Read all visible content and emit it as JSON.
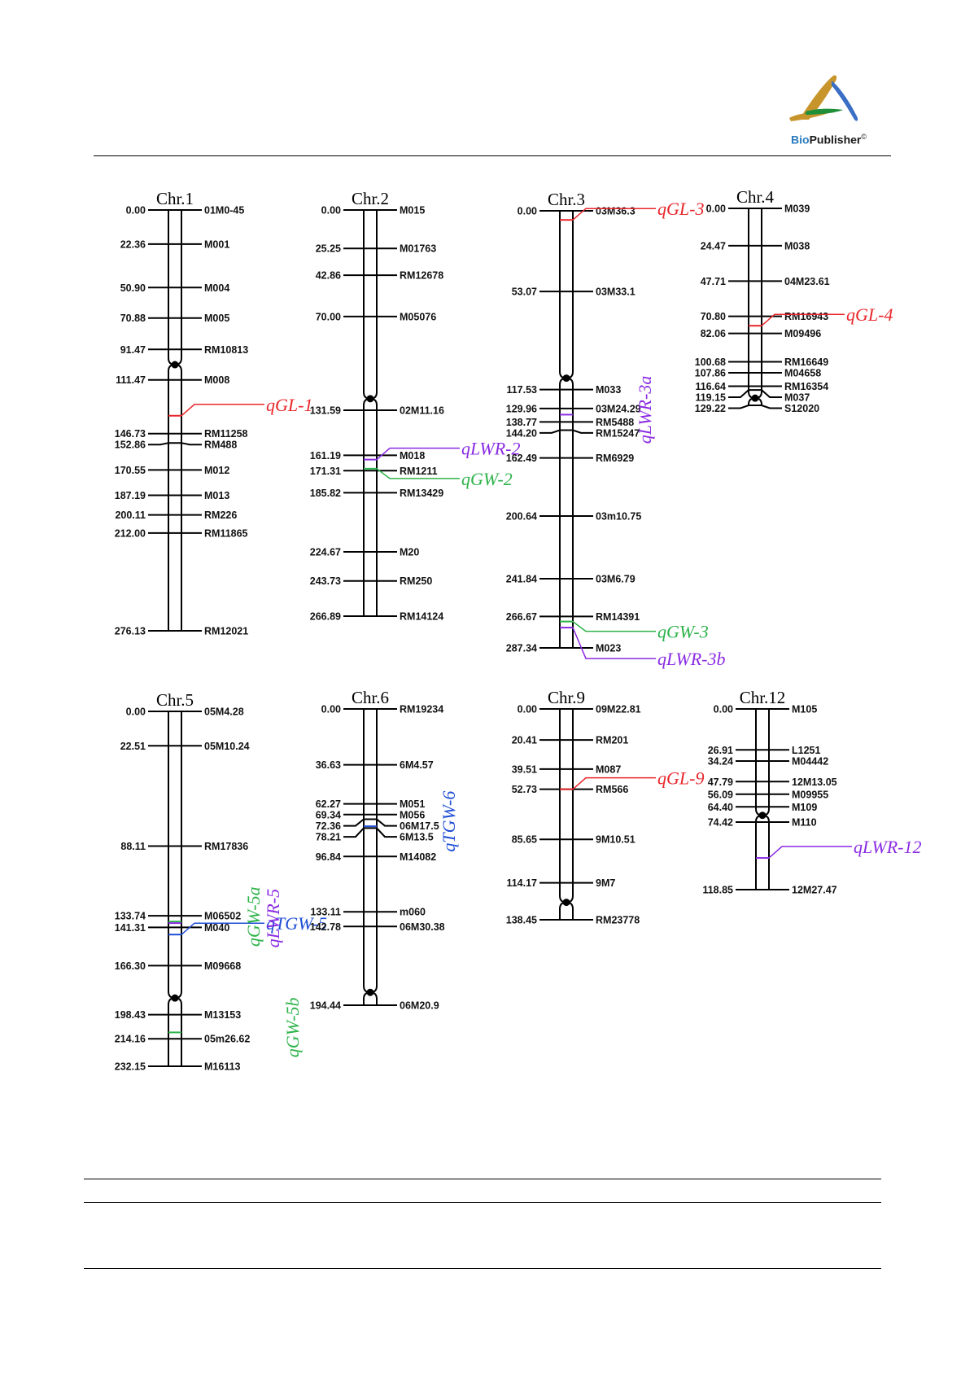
{
  "logo": {
    "text_bio": "Bio",
    "text_publisher": "Publisher",
    "mark": "©",
    "icon": "biopublisher-logo-icon"
  },
  "colors": {
    "qGL": "#e8262b",
    "qGW": "#2db34a",
    "qLWR": "#8a2be2",
    "qTGW": "#1f4fd6",
    "axis": "#000000"
  },
  "chromosomes": [
    {
      "name": "Chr.1",
      "start": 0,
      "end": 276.13,
      "centromere": 101.5,
      "markers": [
        {
          "pos": 0.0,
          "name": "01M0-45"
        },
        {
          "pos": 22.36,
          "name": "M001"
        },
        {
          "pos": 50.9,
          "name": "M004"
        },
        {
          "pos": 70.88,
          "name": "M005"
        },
        {
          "pos": 91.47,
          "name": "RM10813"
        },
        {
          "pos": 111.47,
          "name": "M008"
        },
        {
          "pos": 146.73,
          "name": "RM11258"
        },
        {
          "pos": 152.86,
          "name": "RM488"
        },
        {
          "pos": 170.55,
          "name": "M012"
        },
        {
          "pos": 187.19,
          "name": "M013"
        },
        {
          "pos": 200.11,
          "name": "RM226"
        },
        {
          "pos": 212.0,
          "name": "RM11865"
        },
        {
          "pos": 276.13,
          "name": "RM12021"
        }
      ],
      "qtls": [
        {
          "name": "qGL-1",
          "trait": "qGL",
          "pos": 135.0,
          "orient": "h"
        }
      ]
    },
    {
      "name": "Chr.2",
      "start": 0,
      "end": 266.89,
      "centromere": 124.0,
      "markers": [
        {
          "pos": 0.0,
          "name": "M015"
        },
        {
          "pos": 25.25,
          "name": "M01763"
        },
        {
          "pos": 42.86,
          "name": "RM12678"
        },
        {
          "pos": 70.0,
          "name": "M05076"
        },
        {
          "pos": 131.59,
          "name": "02M11.16"
        },
        {
          "pos": 161.19,
          "name": "M018"
        },
        {
          "pos": 171.31,
          "name": "RM1211"
        },
        {
          "pos": 185.82,
          "name": "RM13429"
        },
        {
          "pos": 224.67,
          "name": "M20"
        },
        {
          "pos": 243.73,
          "name": "RM250"
        },
        {
          "pos": 266.89,
          "name": "RM14124"
        }
      ],
      "qtls": [
        {
          "name": "qLWR-2",
          "trait": "qLWR",
          "pos": 164.0,
          "orient": "h"
        },
        {
          "name": "qGW-2",
          "trait": "qGW",
          "pos": 170.0,
          "orient": "h"
        }
      ]
    },
    {
      "name": "Chr.3",
      "start": 0,
      "end": 287.34,
      "centromere": 110.0,
      "markers": [
        {
          "pos": 0.0,
          "name": "03M36.3"
        },
        {
          "pos": 53.07,
          "name": "03M33.1"
        },
        {
          "pos": 117.53,
          "name": "M033"
        },
        {
          "pos": 129.96,
          "name": "03M24.29"
        },
        {
          "pos": 138.77,
          "name": "RM5488"
        },
        {
          "pos": 144.2,
          "name": "RM15247"
        },
        {
          "pos": 162.49,
          "name": "RM6929"
        },
        {
          "pos": 200.64,
          "name": "03m10.75"
        },
        {
          "pos": 241.84,
          "name": "03M6.79"
        },
        {
          "pos": 266.67,
          "name": "RM14391"
        },
        {
          "pos": 287.34,
          "name": "M023"
        }
      ],
      "qtls": [
        {
          "name": "qGL-3",
          "trait": "qGL",
          "pos": 6.0,
          "orient": "h"
        },
        {
          "name": "qLWR-3a",
          "trait": "qLWR",
          "pos": 134.0,
          "orient": "v"
        },
        {
          "name": "qGW-3",
          "trait": "qGW",
          "pos": 270.0,
          "orient": "h"
        },
        {
          "name": "qLWR-3b",
          "trait": "qLWR",
          "pos": 274.0,
          "orient": "h"
        }
      ]
    },
    {
      "name": "Chr.4",
      "start": 0,
      "end": 129.22,
      "centromere": 124.5,
      "markers": [
        {
          "pos": 0.0,
          "name": "M039"
        },
        {
          "pos": 24.47,
          "name": "M038"
        },
        {
          "pos": 47.71,
          "name": "04M23.61"
        },
        {
          "pos": 70.8,
          "name": "RM16943"
        },
        {
          "pos": 82.06,
          "name": "M09496"
        },
        {
          "pos": 100.68,
          "name": "RM16649"
        },
        {
          "pos": 107.86,
          "name": "M04658"
        },
        {
          "pos": 116.64,
          "name": "RM16354"
        },
        {
          "pos": 119.15,
          "name": "M037"
        },
        {
          "pos": 129.22,
          "name": "S12020"
        }
      ],
      "qtls": [
        {
          "name": "qGL-4",
          "trait": "qGL",
          "pos": 77.0,
          "orient": "h"
        }
      ]
    },
    {
      "name": "Chr.5",
      "start": 0,
      "end": 232.15,
      "centromere": 187.5,
      "markers": [
        {
          "pos": 0.0,
          "name": "05M4.28"
        },
        {
          "pos": 22.51,
          "name": "05M10.24"
        },
        {
          "pos": 88.11,
          "name": "RM17836"
        },
        {
          "pos": 133.74,
          "name": "M06502"
        },
        {
          "pos": 141.31,
          "name": "M040"
        },
        {
          "pos": 166.3,
          "name": "M09668"
        },
        {
          "pos": 198.43,
          "name": "M13153"
        },
        {
          "pos": 214.16,
          "name": "05m26.62"
        },
        {
          "pos": 232.15,
          "name": "M16113"
        }
      ],
      "qtls": [
        {
          "name": "qGW-5a",
          "trait": "qGW",
          "pos": 137.5,
          "orient": "v"
        },
        {
          "name": "qLWR-5",
          "trait": "qLWR",
          "pos": 138.5,
          "orient": "v"
        },
        {
          "name": "qTGW-5",
          "trait": "qTGW",
          "pos": 146.0,
          "orient": "h"
        },
        {
          "name": "qGW-5b",
          "trait": "qGW",
          "pos": 210.0,
          "orient": "v"
        }
      ]
    },
    {
      "name": "Chr.6",
      "start": 0,
      "end": 194.44,
      "centromere": 186.0,
      "markers": [
        {
          "pos": 0.0,
          "name": "RM19234"
        },
        {
          "pos": 36.63,
          "name": "6M4.57"
        },
        {
          "pos": 62.27,
          "name": "M051"
        },
        {
          "pos": 69.34,
          "name": "M056"
        },
        {
          "pos": 72.36,
          "name": "06M17.5"
        },
        {
          "pos": 78.21,
          "name": "6M13.5"
        },
        {
          "pos": 96.84,
          "name": "M14082"
        },
        {
          "pos": 133.11,
          "name": "m060"
        },
        {
          "pos": 142.78,
          "name": "06M30.38"
        },
        {
          "pos": 194.44,
          "name": "06M20.9"
        }
      ],
      "qtls": [
        {
          "name": "qTGW-6",
          "trait": "qTGW",
          "pos": 77.0,
          "orient": "v"
        }
      ]
    },
    {
      "name": "Chr.9",
      "start": 0,
      "end": 138.45,
      "centromere": 127.0,
      "markers": [
        {
          "pos": 0.0,
          "name": "09M22.81"
        },
        {
          "pos": 20.41,
          "name": "RM201"
        },
        {
          "pos": 39.51,
          "name": "M087"
        },
        {
          "pos": 52.73,
          "name": "RM566"
        },
        {
          "pos": 85.65,
          "name": "9M10.51"
        },
        {
          "pos": 114.17,
          "name": "9M7"
        },
        {
          "pos": 138.45,
          "name": "RM23778"
        }
      ],
      "qtls": [
        {
          "name": "qGL-9",
          "trait": "qGL",
          "pos": 52.73,
          "orient": "h"
        }
      ]
    },
    {
      "name": "Chr.12",
      "start": 0,
      "end": 118.85,
      "centromere": 70.0,
      "markers": [
        {
          "pos": 0.0,
          "name": "M105"
        },
        {
          "pos": 26.91,
          "name": "L1251"
        },
        {
          "pos": 34.24,
          "name": "M04442"
        },
        {
          "pos": 47.79,
          "name": "12M13.05"
        },
        {
          "pos": 56.09,
          "name": "M09955"
        },
        {
          "pos": 64.4,
          "name": "M109"
        },
        {
          "pos": 74.42,
          "name": "M110"
        },
        {
          "pos": 118.85,
          "name": "12M27.47"
        }
      ],
      "qtls": [
        {
          "name": "qLWR-12",
          "trait": "qLWR",
          "pos": 98.0,
          "orient": "h"
        }
      ]
    }
  ]
}
